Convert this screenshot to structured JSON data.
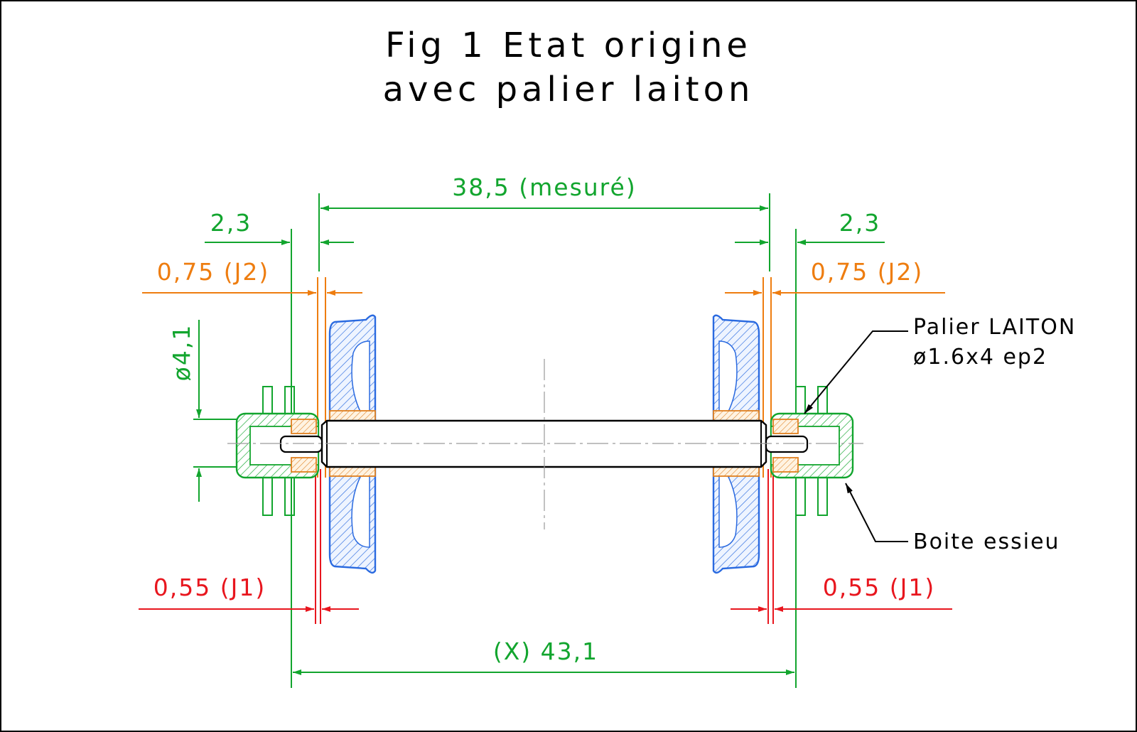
{
  "title": {
    "line1": "Fig 1 Etat origine",
    "line2": "avec palier laiton"
  },
  "dimensions": {
    "inner_gap": "38,5 (mesuré)",
    "left_offset": "2,3",
    "right_offset": "2,3",
    "left_j2": "0,75 (J2)",
    "right_j2": "0,75 (J2)",
    "diameter": "ø4,1",
    "left_j1": "0,55 (J1)",
    "right_j1": "0,55 (J1)",
    "overall": "(X) 43,1"
  },
  "callouts": {
    "bearing_line1": "Palier LAITON",
    "bearing_line2": "ø1.6x4 ep2",
    "axlebox": "Boite essieu"
  },
  "colors": {
    "dimension_green": "#12a52e",
    "j2_orange": "#ee7d10",
    "j1_red": "#e8161e",
    "wheel_blue": "#2a6ae0",
    "outline_black": "#000000"
  }
}
